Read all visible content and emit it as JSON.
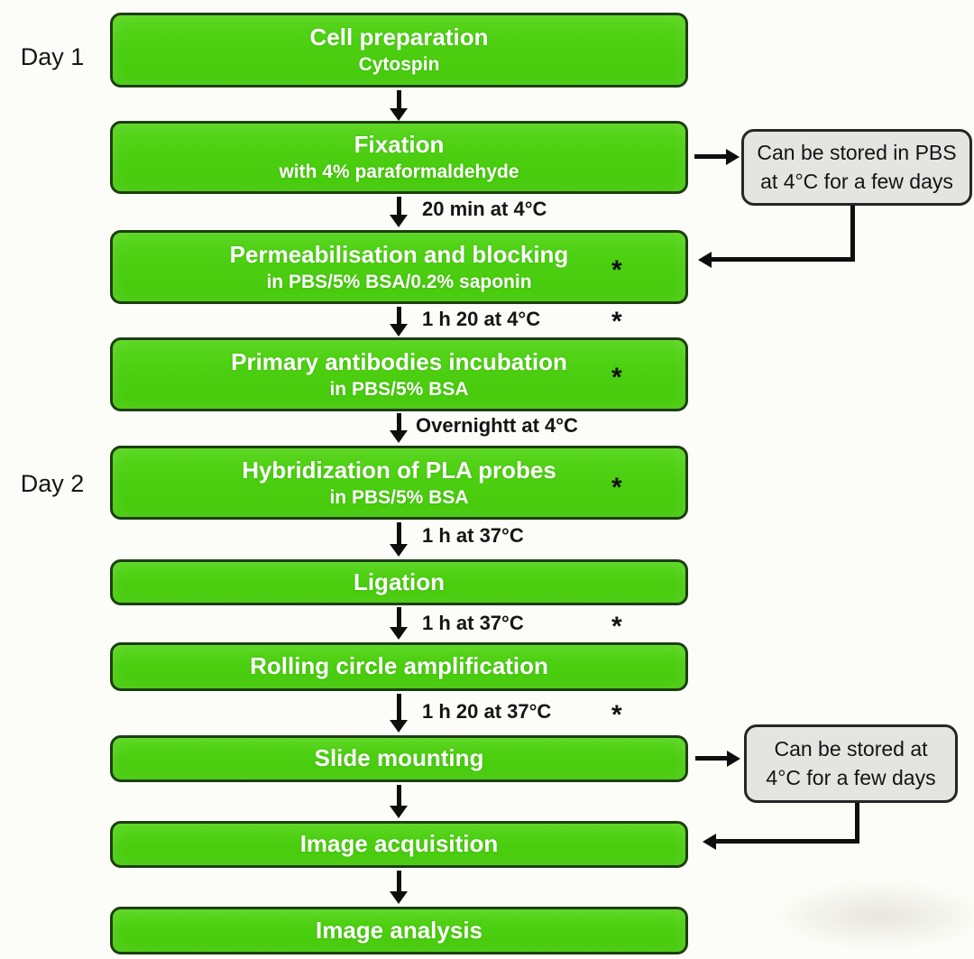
{
  "flow": {
    "day_labels": [
      "Day 1",
      "Day 2"
    ],
    "steps": [
      {
        "title": "Cell preparation",
        "subtitle": "Cytospin"
      },
      {
        "title": "Fixation",
        "subtitle": "with 4% paraformaldehyde"
      },
      {
        "title": "Permeabilisation and blocking",
        "subtitle": "in PBS/5% BSA/0.2% saponin",
        "marker": "*"
      },
      {
        "title": "Primary antibodies incubation",
        "subtitle": "in PBS/5% BSA",
        "marker": "*"
      },
      {
        "title": "Hybridization of PLA probes",
        "subtitle": "in PBS/5% BSA",
        "marker": "*"
      },
      {
        "title": "Ligation"
      },
      {
        "title": "Rolling circle amplification"
      },
      {
        "title": "Slide mounting"
      },
      {
        "title": "Image acquisition"
      },
      {
        "title": "Image analysis"
      }
    ],
    "timings": [
      {
        "label": "20 min at 4°C"
      },
      {
        "label": "1 h 20 at 4°C",
        "marker": "*"
      },
      {
        "label": "Overnightt at 4°C"
      },
      {
        "label": "1 h at 37°C"
      },
      {
        "label": "1 h at 37°C",
        "marker": "*"
      },
      {
        "label": "1 h 20 at 37°C",
        "marker": "*"
      }
    ],
    "notes": [
      {
        "line1": "Can be stored in PBS",
        "line2": "at 4°C for a few days"
      },
      {
        "line1": "Can be stored at",
        "line2": "4°C for a few days"
      }
    ]
  },
  "colors": {
    "box_fill": "#4ccf10",
    "box_border": "#1d3f10",
    "note_fill": "#e4e4e1",
    "note_border": "#262626",
    "arrow": "#0e0e0e",
    "box_text": "#ffffff"
  }
}
